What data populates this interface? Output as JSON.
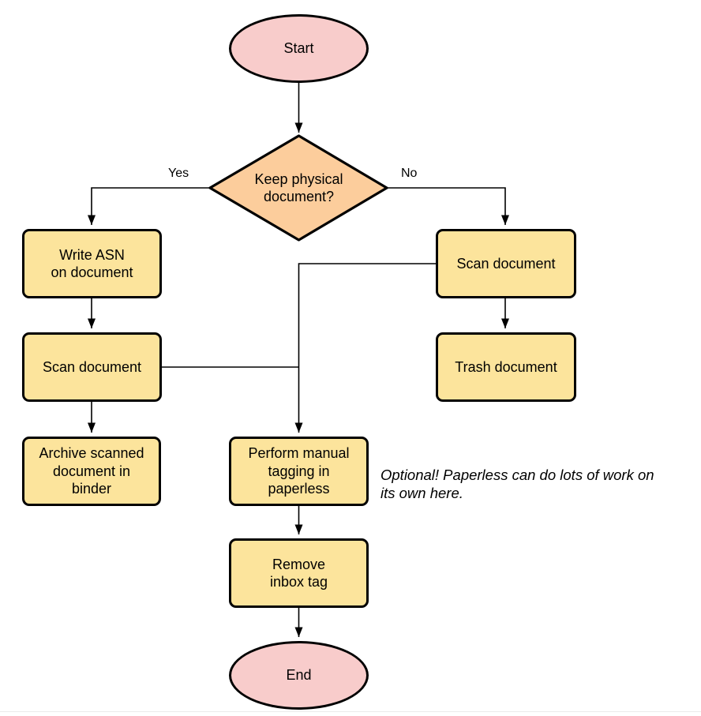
{
  "nodes": {
    "start": {
      "label": "Start",
      "type": "terminator"
    },
    "decision": {
      "label": "Keep physical\ndocument?",
      "type": "decision"
    },
    "write_asn": {
      "label": "Write ASN\non document",
      "type": "process"
    },
    "scan_left": {
      "label": "Scan document",
      "type": "process"
    },
    "archive": {
      "label": "Archive scanned\ndocument in\nbinder",
      "type": "process"
    },
    "scan_right": {
      "label": "Scan document",
      "type": "process"
    },
    "trash": {
      "label": "Trash document",
      "type": "process"
    },
    "tagging": {
      "label": "Perform manual\ntagging in\npaperless",
      "type": "process"
    },
    "remove_tag": {
      "label": "Remove\ninbox tag",
      "type": "process"
    },
    "end": {
      "label": "End",
      "type": "terminator"
    }
  },
  "edge_labels": {
    "yes": "Yes",
    "no": "No"
  },
  "note": {
    "text": "Optional! Paperless can do lots of work on\nits own here."
  },
  "colors": {
    "terminator_fill": "#F8CCCB",
    "decision_fill": "#FCCD9C",
    "process_fill": "#FCE49C",
    "shape_stroke": "#000000",
    "edge_stroke": "#000000",
    "text": "#000000"
  }
}
